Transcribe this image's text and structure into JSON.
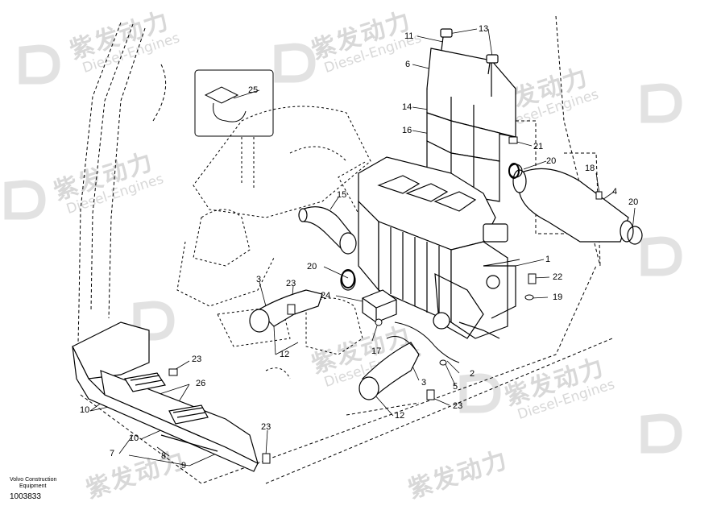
{
  "watermark": {
    "chinese": "紫发动力",
    "english": "Diesel-Engines"
  },
  "callouts": [
    {
      "id": "c11",
      "text": "11"
    },
    {
      "id": "c13",
      "text": "13"
    },
    {
      "id": "c6",
      "text": "6"
    },
    {
      "id": "c25",
      "text": "25"
    },
    {
      "id": "c14",
      "text": "14"
    },
    {
      "id": "c16",
      "text": "16"
    },
    {
      "id": "c21",
      "text": "21"
    },
    {
      "id": "c20a",
      "text": "20"
    },
    {
      "id": "c18",
      "text": "18"
    },
    {
      "id": "c4",
      "text": "4"
    },
    {
      "id": "c20b",
      "text": "20"
    },
    {
      "id": "c15",
      "text": "15"
    },
    {
      "id": "c1",
      "text": "1"
    },
    {
      "id": "c20c",
      "text": "20"
    },
    {
      "id": "c3a",
      "text": "3"
    },
    {
      "id": "c23a",
      "text": "23"
    },
    {
      "id": "c22",
      "text": "22"
    },
    {
      "id": "c24",
      "text": "24"
    },
    {
      "id": "c19",
      "text": "19"
    },
    {
      "id": "c12a",
      "text": "12"
    },
    {
      "id": "c17",
      "text": "17"
    },
    {
      "id": "c23b",
      "text": "23"
    },
    {
      "id": "c2",
      "text": "2"
    },
    {
      "id": "c26",
      "text": "26"
    },
    {
      "id": "c3b",
      "text": "3"
    },
    {
      "id": "c5",
      "text": "5"
    },
    {
      "id": "c23c",
      "text": "23"
    },
    {
      "id": "c10a",
      "text": "10"
    },
    {
      "id": "c12b",
      "text": "12"
    },
    {
      "id": "c10b",
      "text": "10"
    },
    {
      "id": "c7",
      "text": "7"
    },
    {
      "id": "c23d",
      "text": "23"
    },
    {
      "id": "c8",
      "text": "8"
    },
    {
      "id": "c9",
      "text": "9"
    }
  ],
  "footer": {
    "line1": "Volvo Construction",
    "line2": "Equipment",
    "code": "1003833"
  }
}
